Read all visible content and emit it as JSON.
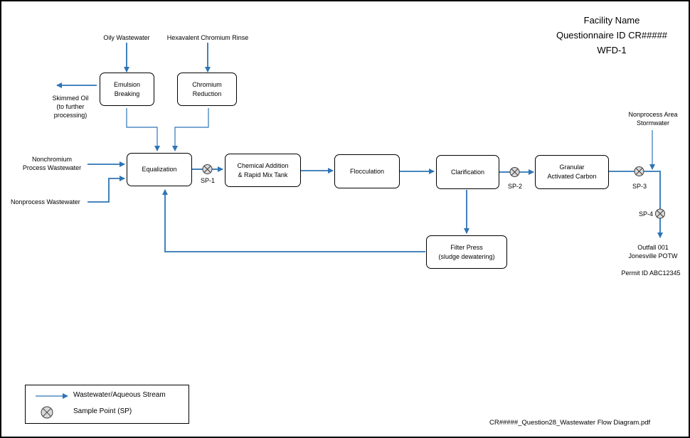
{
  "header": {
    "facility_name": "Facility Name",
    "questionnaire_id": "Questionnaire ID CR#####",
    "diagram_id": "WFD-1"
  },
  "inputs": {
    "oily_wastewater": "Oily Wastewater",
    "hex_chromium_rinse": "Hexavalent Chromium Rinse",
    "skimmed_oil": "Skimmed Oil\n(to further\nprocessing)",
    "nonchromium_process": "Nonchromium\nProcess Wastewater",
    "nonprocess_wastewater": "Nonprocess Wastewater",
    "nonprocess_stormwater": "Nonprocess Area\nStormwater"
  },
  "units": {
    "emulsion_breaking": "Emulsion\nBreaking",
    "chromium_reduction": "Chromium\nReduction",
    "equalization": "Equalization",
    "chemical_addition": "Chemical Addition\n& Rapid Mix Tank",
    "flocculation": "Flocculation",
    "clarification": "Clarification",
    "granular_carbon": "Granular\nActivated Carbon",
    "filter_press": "Filter Press\n(sludge dewatering)"
  },
  "sample_points": {
    "sp1": "SP-1",
    "sp2": "SP-2",
    "sp3": "SP-3",
    "sp4": "SP-4"
  },
  "outfall": {
    "label": "Outfall 001\nJonesville POTW",
    "permit": "Permit ID ABC12345"
  },
  "legend": {
    "stream": "Wastewater/Aqueous Stream",
    "sample_point": "Sample Point (SP)"
  },
  "footer": {
    "filename": "CR#####_Question28_Wastewater Flow Diagram.pdf"
  },
  "colors": {
    "stream": "#2e74b5",
    "sample_point_fill": "#d9d9d9"
  }
}
